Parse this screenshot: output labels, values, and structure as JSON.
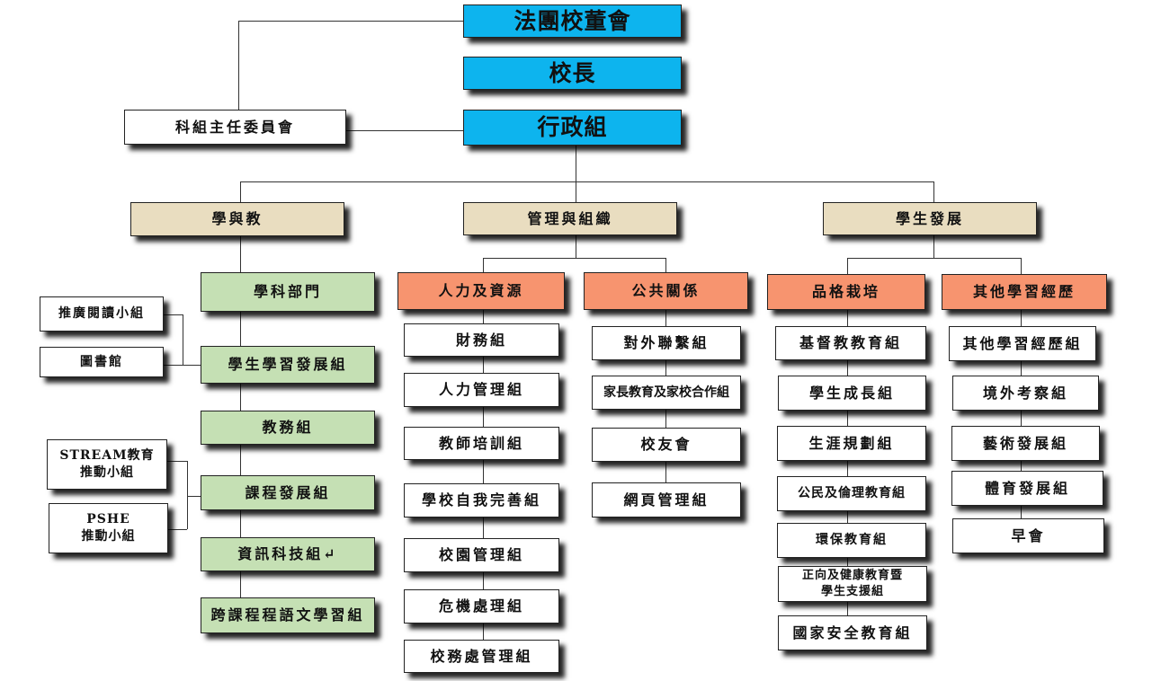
{
  "top": {
    "board": "法團校董會",
    "principal": "校長",
    "admin": "行政組",
    "committee": "科組主任委員會"
  },
  "divisions": {
    "learning": "學與教",
    "management": "管理與組織",
    "student": "學生發展"
  },
  "learning": {
    "groups": [
      "學科部門",
      "學生學習發展組",
      "教務組",
      "課程發展組",
      "資訊科技組↵",
      "跨課程程語文學習組"
    ],
    "side": [
      "推廣閱讀小組",
      "圖書館",
      "STREAM教育\n推動小組",
      "PSHE\n推動小組"
    ]
  },
  "management": {
    "hr": {
      "title": "人力及資源",
      "items": [
        "財務組",
        "人力管理組",
        "教師培訓組",
        "學校自我完善組",
        "校園管理組",
        "危機處理組",
        "校務處管理組"
      ]
    },
    "pr": {
      "title": "公共關係",
      "items": [
        "對外聯繫組",
        "家長教育及家校合作組",
        "校友會",
        "網頁管理組"
      ]
    }
  },
  "student": {
    "character": {
      "title": "品格栽培",
      "items": [
        "基督教教育組",
        "學生成長組",
        "生涯規劃組",
        "公民及倫理教育組",
        "環保教育組",
        "正向及健康教育暨\n學生支援組",
        "國家安全教育組"
      ]
    },
    "ole": {
      "title": "其他學習經歷",
      "items": [
        "其他學習經歷組",
        "境外考察組",
        "藝術發展組",
        "體育發展組",
        "早會"
      ]
    }
  }
}
